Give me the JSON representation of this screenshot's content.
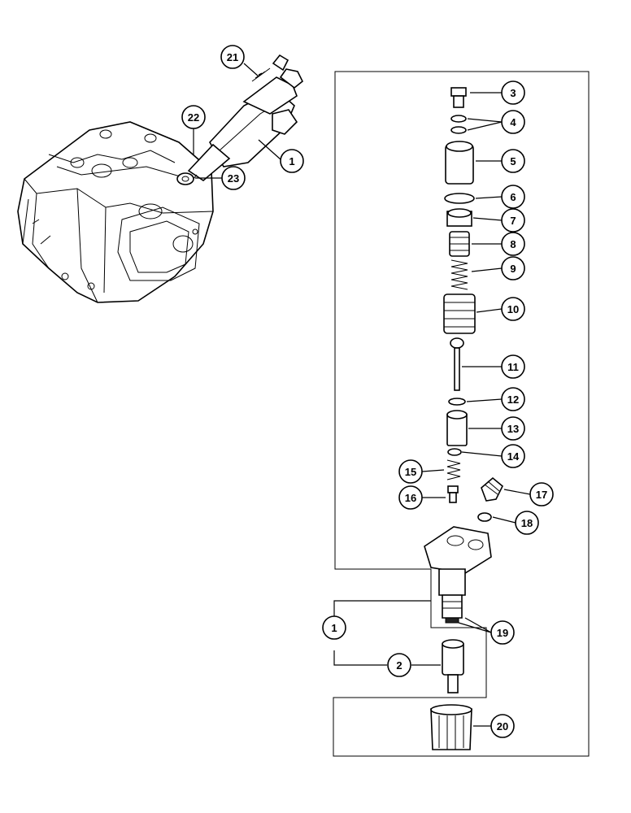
{
  "callouts": [
    {
      "id": "c21",
      "label": "21"
    },
    {
      "id": "c22",
      "label": "22"
    },
    {
      "id": "c1a",
      "label": "1"
    },
    {
      "id": "c23",
      "label": "23"
    },
    {
      "id": "c3",
      "label": "3"
    },
    {
      "id": "c4",
      "label": "4"
    },
    {
      "id": "c5",
      "label": "5"
    },
    {
      "id": "c6",
      "label": "6"
    },
    {
      "id": "c7",
      "label": "7"
    },
    {
      "id": "c8",
      "label": "8"
    },
    {
      "id": "c9",
      "label": "9"
    },
    {
      "id": "c10",
      "label": "10"
    },
    {
      "id": "c11",
      "label": "11"
    },
    {
      "id": "c12",
      "label": "12"
    },
    {
      "id": "c13",
      "label": "13"
    },
    {
      "id": "c14",
      "label": "14"
    },
    {
      "id": "c15",
      "label": "15"
    },
    {
      "id": "c16",
      "label": "16"
    },
    {
      "id": "c17",
      "label": "17"
    },
    {
      "id": "c18",
      "label": "18"
    },
    {
      "id": "c19",
      "label": "19"
    },
    {
      "id": "c1b",
      "label": "1"
    },
    {
      "id": "c2",
      "label": "2"
    },
    {
      "id": "c20",
      "label": "20"
    }
  ]
}
